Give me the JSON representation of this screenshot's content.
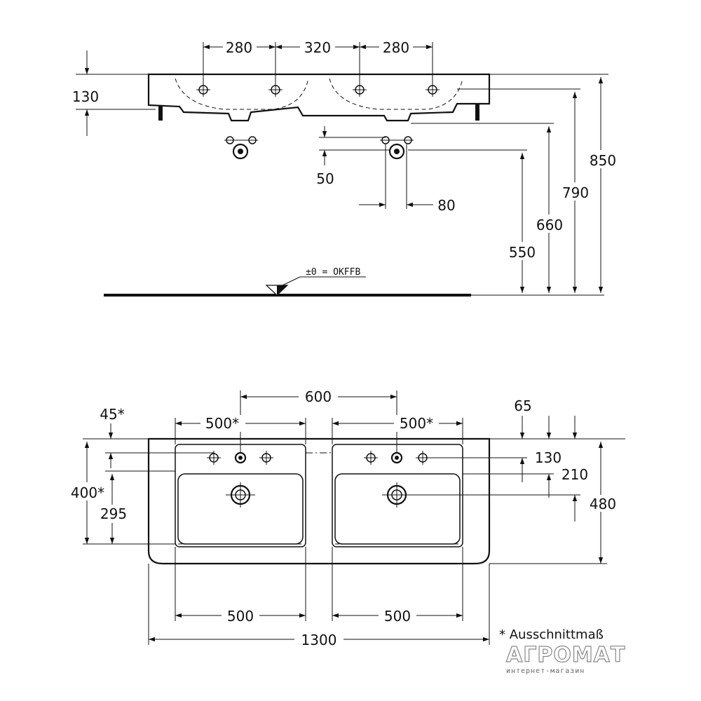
{
  "side_view": {
    "dims": {
      "d280a": "280",
      "d320": "320",
      "d280b": "280",
      "d130": "130",
      "d850": "850",
      "d790": "790",
      "d660": "660",
      "d550": "550",
      "d50": "50",
      "d80": "80"
    },
    "floor_label": "±0 = OKFFB"
  },
  "top_view": {
    "dims": {
      "d600": "600",
      "d500s_left": "500*",
      "d500s_right": "500*",
      "d45s": "45*",
      "d65": "65",
      "d130": "130",
      "d210": "210",
      "d480": "480",
      "d400s": "400*",
      "d295": "295",
      "d500_left": "500",
      "d500_right": "500",
      "d1300": "1300"
    }
  },
  "footnote": "* Ausschnittmaß",
  "watermark": {
    "brand": "АГРОМАТ",
    "subtitle": "интернет-магазин"
  }
}
